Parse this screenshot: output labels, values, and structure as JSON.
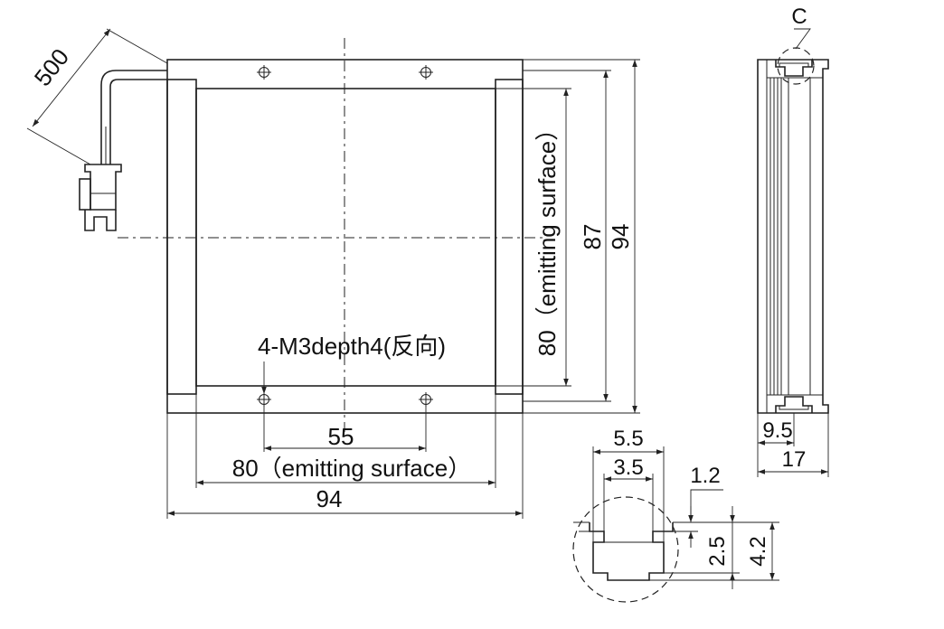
{
  "labels": {
    "cable_length": "500",
    "holes_note": "4-M3depth4(反向)",
    "hole_spacing": "55",
    "bottom_emitting": "80（emitting surface）",
    "overall_width": "94",
    "right_emitting": "80（emitting surface）",
    "inner_height": "87",
    "overall_height": "94",
    "detail_ref": "C",
    "side_width_partial": "9.5",
    "side_width": "17",
    "detail_5_5": "5.5",
    "detail_3_5": "3.5",
    "detail_1_2": "1.2",
    "detail_2_5": "2.5",
    "detail_4_2": "4.2"
  }
}
